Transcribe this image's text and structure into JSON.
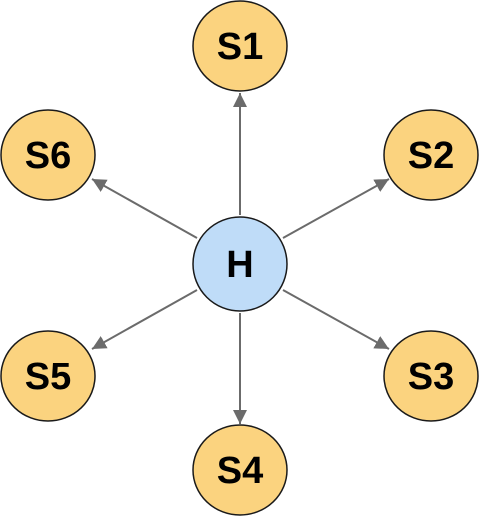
{
  "diagram": {
    "type": "star",
    "colors": {
      "hub_fill": "#bfdcf8",
      "spoke_fill": "#fbd37f",
      "node_stroke": "#1a1a1a",
      "edge": "#6b6b6b"
    },
    "hub": {
      "id": "H",
      "label": "H"
    },
    "spokes": [
      {
        "id": "S1",
        "label": "S1",
        "position": "top"
      },
      {
        "id": "S2",
        "label": "S2",
        "position": "upper-right"
      },
      {
        "id": "S3",
        "label": "S3",
        "position": "lower-right"
      },
      {
        "id": "S4",
        "label": "S4",
        "position": "bottom"
      },
      {
        "id": "S5",
        "label": "S5",
        "position": "lower-left"
      },
      {
        "id": "S6",
        "label": "S6",
        "position": "upper-left"
      }
    ],
    "edges": [
      {
        "from": "H",
        "to": "S1",
        "directed": true
      },
      {
        "from": "H",
        "to": "S2",
        "directed": true
      },
      {
        "from": "H",
        "to": "S3",
        "directed": true
      },
      {
        "from": "H",
        "to": "S4",
        "directed": true
      },
      {
        "from": "H",
        "to": "S5",
        "directed": true
      },
      {
        "from": "H",
        "to": "S6",
        "directed": true
      }
    ]
  }
}
